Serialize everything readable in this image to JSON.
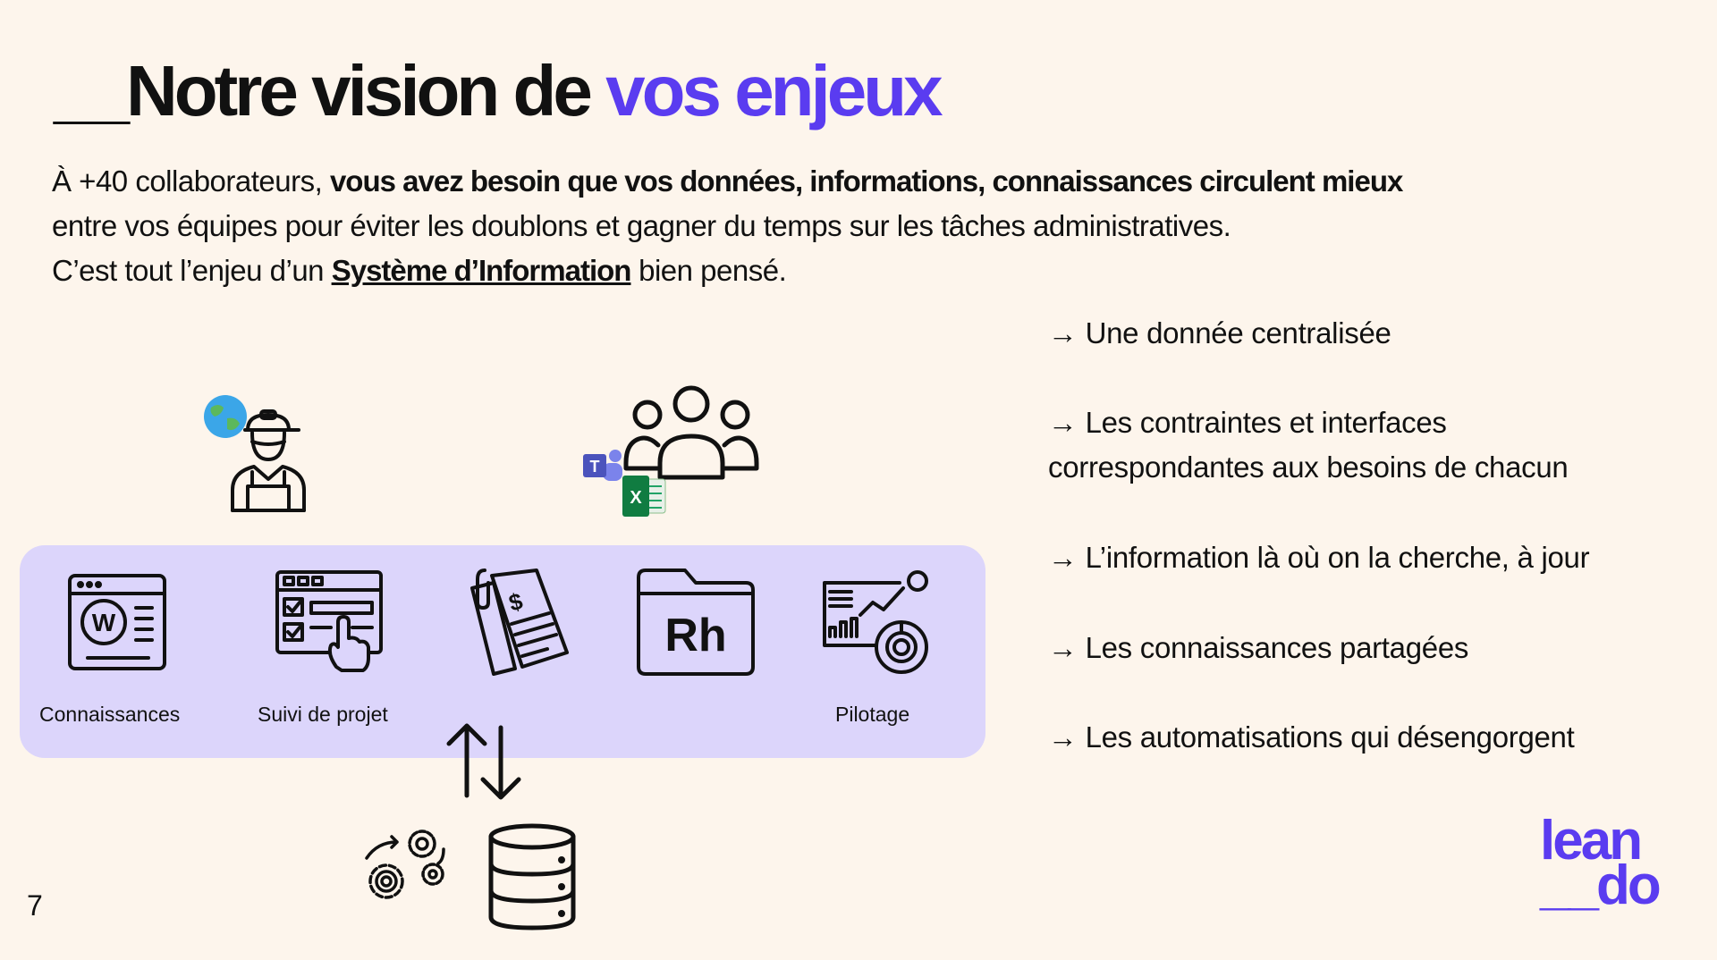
{
  "page": {
    "title_prefix": "__Notre vision de ",
    "title_accent": "vos enjeux",
    "page_number": "7"
  },
  "intro": {
    "p1_a": "À +40 collaborateurs, ",
    "p1_bold": "vous avez besoin que vos données, informations, connaissances circulent mieux",
    "p1_b": " entre vos équipes pour éviter les doublons et gagner du temps sur les tâches administratives.",
    "p2_a": "C’est tout l’enjeu d’un ",
    "p2_link": "Système d’Information",
    "p2_b": " bien pensé."
  },
  "points": [
    "→ Une donnée centralisée",
    "→ Les contraintes et interfaces",
    "correspondantes aux besoins de chacun",
    "→ L’information là où on la cherche, à jour",
    "→ Les connaissances partagées",
    "→ Les automatisations qui désengorgent"
  ],
  "tools": {
    "labels": [
      "Connaissances",
      "Suivi de projet",
      "Pilotage"
    ],
    "rh_text": "Rh",
    "doc_text": "W",
    "money_text": "$",
    "teams_text": "T",
    "excel_text": "X"
  },
  "logo": {
    "line1": "lean",
    "line2": "__do"
  },
  "colors": {
    "background": "#fdf5ec",
    "accent": "#5a3cf0",
    "panel": "#dcd5fb",
    "text": "#111111"
  },
  "icons": [
    "worker-icon",
    "globe-icon",
    "team-icon",
    "teams-icon",
    "excel-icon",
    "wiki-icon",
    "project-tracking-icon",
    "invoice-icon",
    "hr-folder-icon",
    "dashboard-icon",
    "sync-arrows-icon",
    "gears-icon",
    "database-icon"
  ]
}
